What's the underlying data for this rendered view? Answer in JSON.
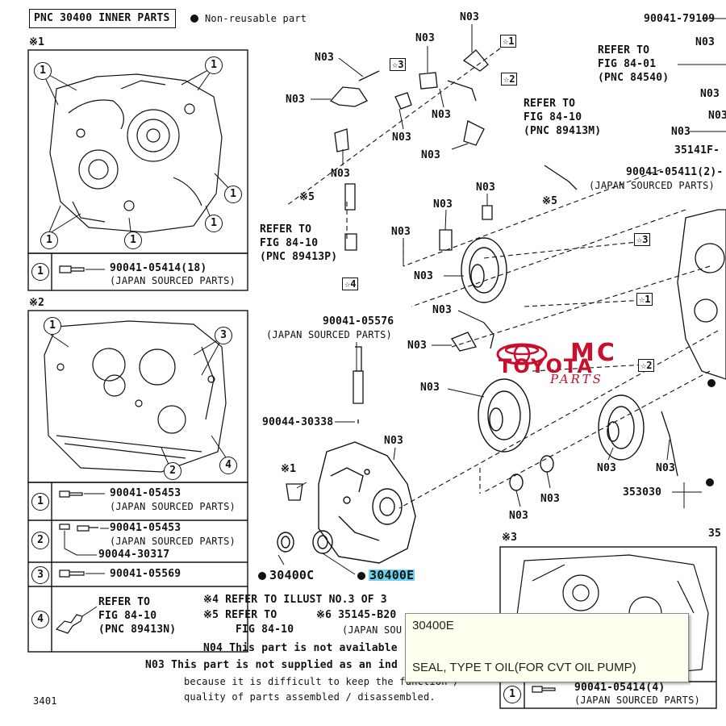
{
  "header": {
    "pnc_label": "PNC 30400 INNER PARTS",
    "legend_non_reusable": "Non-reusable part",
    "top_right_number": "90041-79109"
  },
  "inset1": {
    "ref": "※1",
    "callout": "1",
    "row_num": "1",
    "row_part": "90041-05414(18)",
    "row_note": "(JAPAN SOURCED PARTS)"
  },
  "inset2": {
    "ref": "※2",
    "callouts": [
      "1",
      "2",
      "3",
      "4"
    ],
    "rows": [
      {
        "num": "1",
        "part": "90041-05453",
        "note": "(JAPAN SOURCED PARTS)"
      },
      {
        "num": "2",
        "part": "90041-05453",
        "note": "(JAPAN SOURCED PARTS)",
        "extra": "90044-30317"
      },
      {
        "num": "3",
        "part": "90041-05569"
      },
      {
        "num": "4",
        "refer": "REFER TO",
        "fig": "FIG 84-10",
        "pnc": "(PNC 89413N)"
      }
    ]
  },
  "inset3": {
    "ref": "※3",
    "row_num": "1",
    "row_part": "90041-05414(4)",
    "row_note": "(JAPAN SOURCED PARTS)"
  },
  "labels": {
    "n03": "N03",
    "n04": "N04",
    "star1": "☆1",
    "star2": "☆2",
    "star3": "☆3",
    "star4": "☆4",
    "ref5": "※5",
    "ref1": "※1",
    "refer_84_10_a": {
      "refer": "REFER TO",
      "fig": "FIG 84-10",
      "pnc": "(PNC 89413M)"
    },
    "refer_84_10_b": {
      "refer": "REFER TO",
      "fig": "FIG 84-10",
      "pnc": "(PNC 89413P)"
    },
    "refer_84_01": {
      "refer": "REFER TO",
      "fig": "FIG 84-01",
      "pnc": "(PNC 84540)"
    },
    "part_90041_05411": "90041-05411(2)-",
    "japan_sourced": "(JAPAN SOURCED PARTS)",
    "part_90041_05576": "90041-05576",
    "part_90044_30338": "90044-30338",
    "part_35141f": "35141F-",
    "part_353030": "353030",
    "part_35_cut": "35",
    "part_30400c": "30400C",
    "part_30400e": "30400E"
  },
  "logo": {
    "mc": "MC",
    "toyota": "TOYOTA",
    "parts": "PARTS"
  },
  "footnotes": {
    "note4": "※4  REFER TO ILLUST NO.3 OF 3",
    "note5_a": "※5  REFER TO",
    "note5_b": "FIG 84-10",
    "note6": "※6  35145-B20",
    "note6_b": "(JAPAN SOU",
    "n04_text": "N04  This part is not available",
    "n03_line1": "N03  This part is not supplied as an ind",
    "n03_line2": "because it is difficult to keep the function /",
    "n03_line3": "quality of parts assembled / disassembled.",
    "page_number": "3401"
  },
  "tooltip": {
    "code": "30400E",
    "description": "SEAL, TYPE T OIL(FOR CVT OIL PUMP)"
  }
}
